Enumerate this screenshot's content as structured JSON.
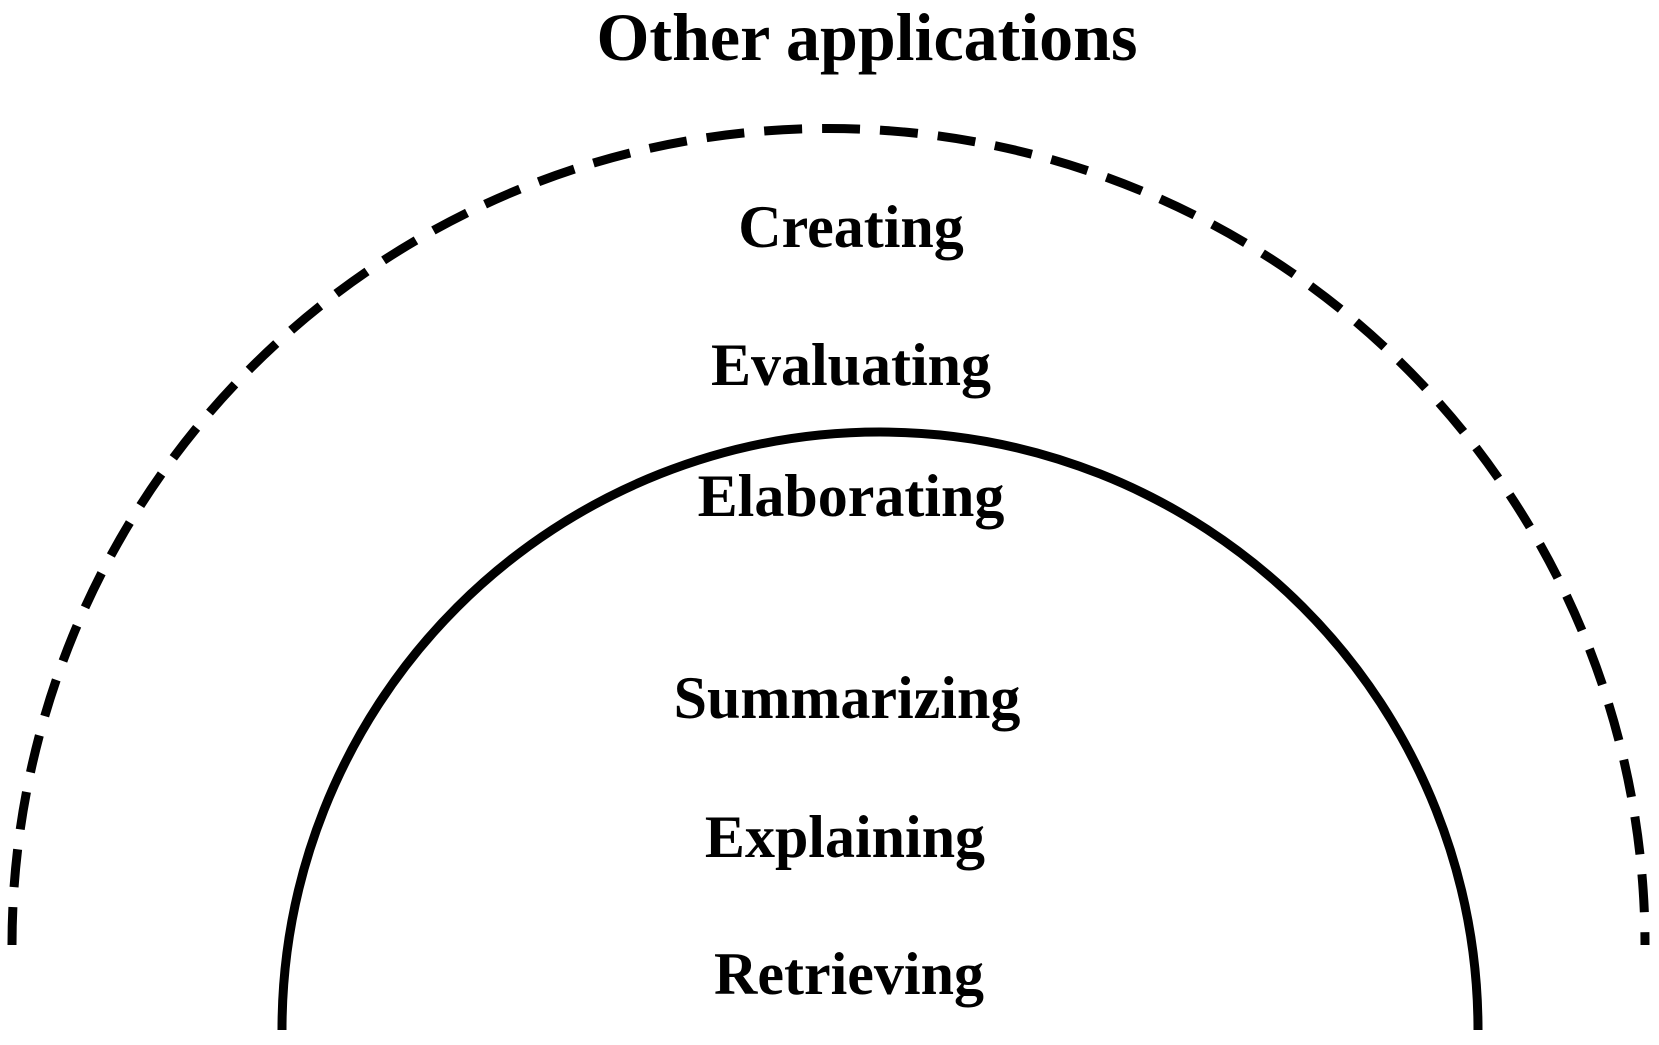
{
  "diagram": {
    "title": "Other applications",
    "outer_labels": [
      "Creating",
      "Evaluating",
      "Elaborating"
    ],
    "inner_labels": [
      "Summarizing",
      "Explaining",
      "Retrieving"
    ],
    "colors": {
      "ink": "#000000",
      "background": "#ffffff"
    }
  }
}
